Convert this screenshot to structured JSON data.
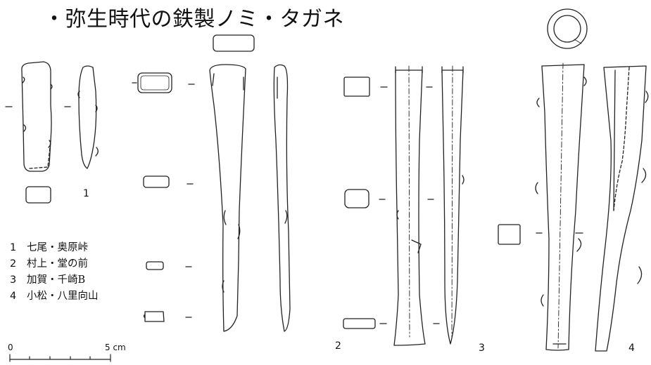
{
  "title": "・弥生時代の鉄製ノミ・タガネ",
  "legend": [
    {
      "num": "1",
      "text": "七尾・奥原峠"
    },
    {
      "num": "2",
      "text": "村上・堂の前"
    },
    {
      "num": "3",
      "text": "加賀・千崎B"
    },
    {
      "num": "4",
      "text": "小松・八里向山"
    }
  ],
  "figure_numbers": [
    "1",
    "2",
    "3",
    "4"
  ],
  "scale_bar": {
    "start_label": "0",
    "end_label": "5 cm"
  }
}
